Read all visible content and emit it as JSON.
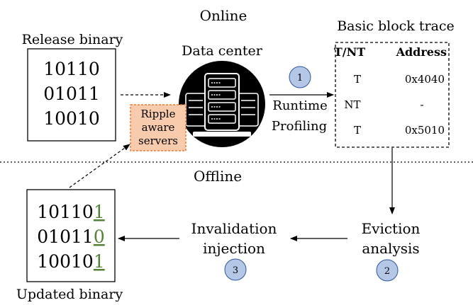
{
  "sections": {
    "online": "Online",
    "offline": "Offline"
  },
  "release_binary": {
    "title": "Release binary",
    "lines": [
      "10110",
      "01011",
      "10010"
    ]
  },
  "data_center": {
    "title": "Data center",
    "ripple_servers": [
      "Ripple",
      "aware",
      "servers"
    ]
  },
  "trace": {
    "title": "Basic block trace",
    "headers": [
      "T/NT",
      "Address"
    ],
    "rows": [
      [
        "T",
        "0x4040"
      ],
      [
        "NT",
        "-"
      ],
      [
        "T",
        "0x5010"
      ]
    ]
  },
  "steps": {
    "profiling": {
      "number": "1",
      "lines": [
        "Runtime",
        "Profiling"
      ]
    },
    "eviction": {
      "number": "2",
      "lines": [
        "Eviction",
        "analysis"
      ]
    },
    "injection": {
      "number": "3",
      "lines": [
        "Invalidation",
        "injection"
      ]
    }
  },
  "updated_binary": {
    "title": "Updated binary",
    "lines": [
      {
        "base": "10110",
        "added": "1"
      },
      {
        "base": "01011",
        "added": "0"
      },
      {
        "base": "10010",
        "added": "1"
      }
    ]
  },
  "colors": {
    "step_circle_fill": "#b4c7e7",
    "step_circle_stroke": "#2f5597",
    "ripple_fill": "#f8cbad",
    "ripple_stroke": "#ed7d31",
    "added_bit": "#548235"
  }
}
